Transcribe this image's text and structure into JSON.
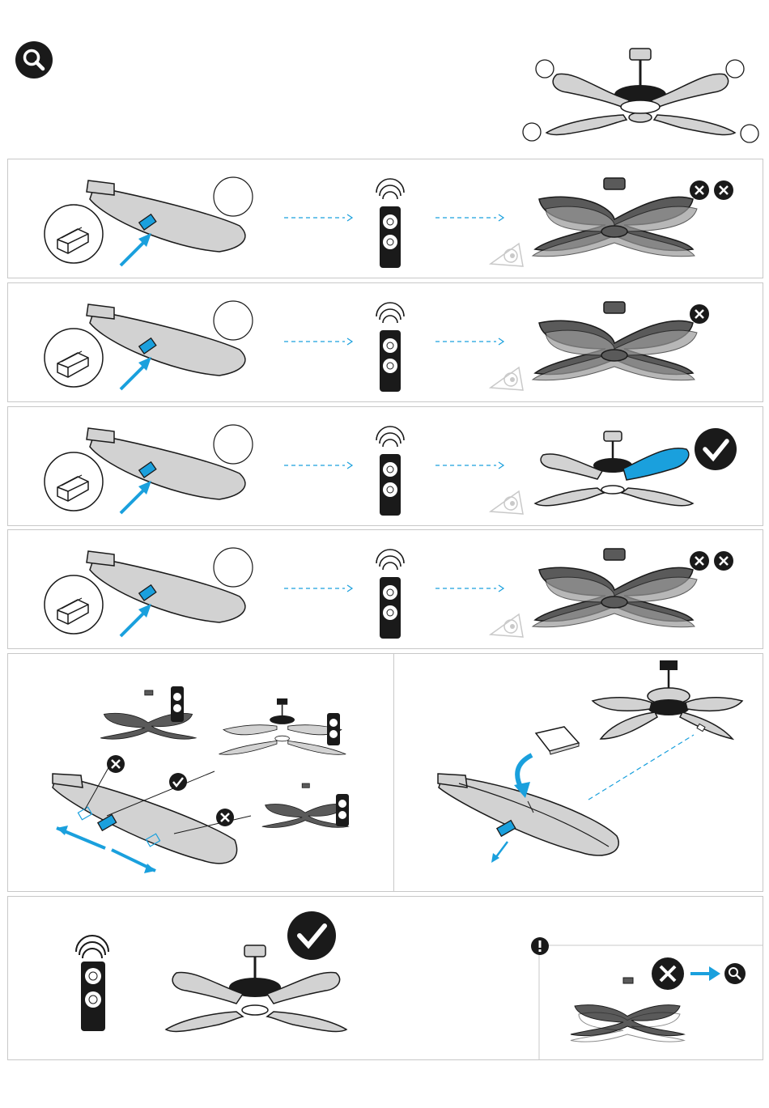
{
  "icons": {
    "search": "magnifier-icon",
    "remote": "remote-control-icon",
    "fan": "ceiling-fan-icon",
    "blade": "fan-blade-icon",
    "clip": "balancing-clip-icon",
    "eye": "eye-observe-icon",
    "check": "checkmark-icon",
    "cross": "cross-icon",
    "warning": "exclamation-icon",
    "arrow": "arrow-icon"
  },
  "colors": {
    "accent": "#1aa0dd",
    "ink": "#1a1a1a",
    "blade": "#d2d2d2",
    "wobble": "#5a5a5a",
    "frame": "#c8c8c8"
  },
  "steps": [
    {
      "result": "wobble",
      "marks": 2
    },
    {
      "result": "wobble",
      "marks": 1
    },
    {
      "result": "balanced",
      "marks": 1
    },
    {
      "result": "wobble",
      "marks": 2
    }
  ]
}
